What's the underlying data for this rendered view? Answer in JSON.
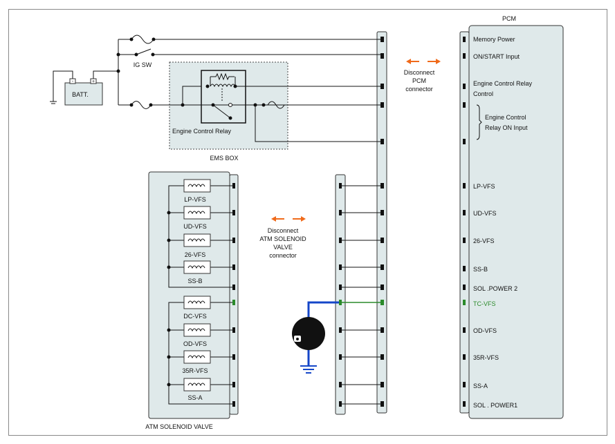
{
  "colors": {
    "box_fill": "#dfe9ea",
    "wire": "#111111",
    "highlight": "#2a8a2a",
    "blue_wire": "#1446c8",
    "arrow": "#f06a1a"
  },
  "pcm": {
    "title": "PCM",
    "pins": [
      {
        "label": "Memory Power"
      },
      {
        "label": "ON/START Input"
      },
      {
        "label": "Engine Control Relay"
      },
      {
        "label": "Control"
      },
      {
        "label": "Engine Control"
      },
      {
        "label": "Relay ON Input"
      },
      {
        "label": "LP-VFS"
      },
      {
        "label": "UD-VFS"
      },
      {
        "label": "26-VFS"
      },
      {
        "label": "SS-B"
      },
      {
        "label": "SOL .POWER 2"
      },
      {
        "label": "TC-VFS"
      },
      {
        "label": "OD-VFS"
      },
      {
        "label": "35R-VFS"
      },
      {
        "label": "SS-A"
      },
      {
        "label": "SOL . POWER1"
      }
    ]
  },
  "pcm_connector": {
    "line1": "Disconnect",
    "line2": "PCM",
    "line3": "connector"
  },
  "atm_connector": {
    "line1": "Disconnect",
    "line2": "ATM SOLENOID",
    "line3": "VALVE",
    "line4": "connector"
  },
  "ems_box": {
    "label": "EMS BOX",
    "relay_label": "Engine Control Relay"
  },
  "battery": {
    "label": "BATT.",
    "neg": "-",
    "pos": "+"
  },
  "ig_switch": {
    "label": "IG SW"
  },
  "atm_valve": {
    "label": "ATM SOLENOID VALVE",
    "solenoids": [
      "LP-VFS",
      "UD-VFS",
      "26-VFS",
      "SS-B",
      "DC-VFS",
      "OD-VFS",
      "35R-VFS",
      "SS-A"
    ]
  }
}
